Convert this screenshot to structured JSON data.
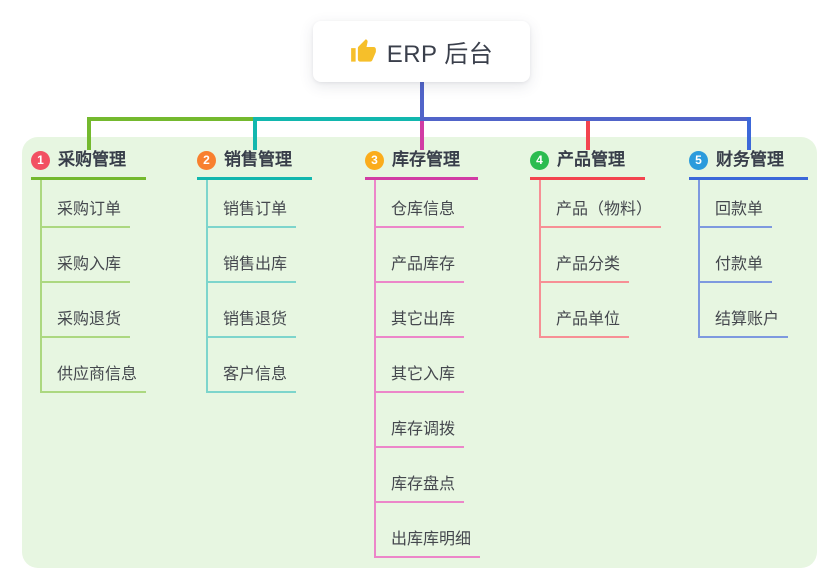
{
  "root": {
    "title": "ERP 后台",
    "icon": "thumbs-up-icon"
  },
  "colors": {
    "page_bg": "#ffffff",
    "panel_bg": "#E7F6E1",
    "stem_blue": "#5164C9",
    "bus_left_green": "#74B92E",
    "bus_mid_teal": "#12B7AE",
    "bus_right_blue": "#5164C9",
    "header_text": "#383E4A",
    "child_text": "#45484E",
    "root_text": "#3A3F4B",
    "thumb_yellow": "#F6BF2A"
  },
  "branches": [
    {
      "number": "1",
      "label": "采购管理",
      "badge_color": "#F25062",
      "accent": "#74B92E",
      "light": "#ACD880",
      "children": [
        "采购订单",
        "采购入库",
        "采购退货",
        "供应商信息"
      ]
    },
    {
      "number": "2",
      "label": "销售管理",
      "badge_color": "#F8802F",
      "accent": "#12B7AE",
      "light": "#7DD5CC",
      "children": [
        "销售订单",
        "销售出库",
        "销售退货",
        "客户信息"
      ]
    },
    {
      "number": "3",
      "label": "库存管理",
      "badge_color": "#FBAC1B",
      "accent": "#D13CA4",
      "light": "#EC86C9",
      "children": [
        "仓库信息",
        "产品库存",
        "其它出库",
        "其它入库",
        "库存调拨",
        "库存盘点",
        "出库库明细"
      ]
    },
    {
      "number": "4",
      "label": "产品管理",
      "badge_color": "#2BBC4F",
      "accent": "#F3444F",
      "light": "#F78F95",
      "children": [
        "产品（物料）",
        "产品分类",
        "产品单位"
      ]
    },
    {
      "number": "5",
      "label": "财务管理",
      "badge_color": "#2B9BDC",
      "accent": "#3C68D9",
      "light": "#7E99DF",
      "children": [
        "回款单",
        "付款单",
        "结算账户"
      ]
    }
  ]
}
